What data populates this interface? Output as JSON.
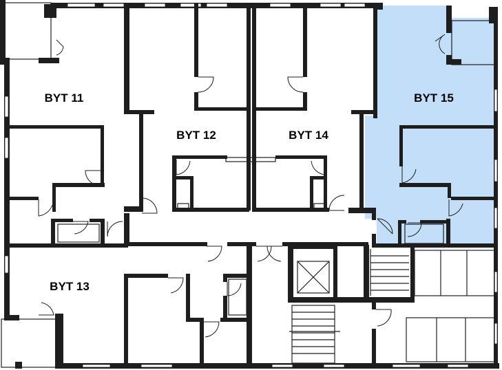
{
  "plan": {
    "apartments": [
      {
        "id": "byt-11",
        "label": "BYT 11",
        "highlighted": false
      },
      {
        "id": "byt-12",
        "label": "BYT 12",
        "highlighted": false
      },
      {
        "id": "byt-13",
        "label": "BYT 13",
        "highlighted": false
      },
      {
        "id": "byt-14",
        "label": "BYT 14",
        "highlighted": false
      },
      {
        "id": "byt-15",
        "label": "BYT 15",
        "highlighted": true
      }
    ],
    "colors": {
      "wall": "#1e1e1e",
      "highlight": "#c2def8",
      "background": "#ffffff"
    }
  }
}
